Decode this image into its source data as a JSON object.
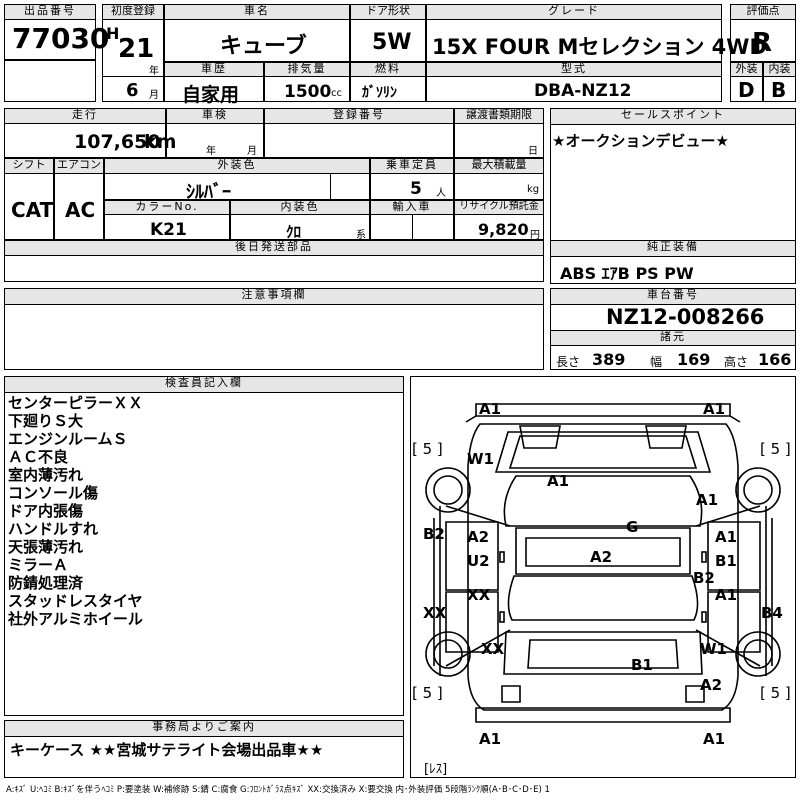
{
  "labels": {
    "lot_no": "出品番号",
    "first_reg": "初度登録",
    "car_name": "車名",
    "door": "ドア形状",
    "grade": "グレード",
    "score": "評価点",
    "history": "車歴",
    "displacement": "排気量",
    "fuel": "燃料",
    "model": "型式",
    "exterior": "外装",
    "interior": "内装",
    "mileage": "走行",
    "inspection": "車検",
    "reg_no": "登録番号",
    "transfer": "譲渡書類期限",
    "sales_point": "セールスポイント",
    "shift": "シフト",
    "aircon": "エアコン",
    "ext_color": "外装色",
    "capacity": "乗車定員",
    "max_load": "最大積載量",
    "color_no": "カラーNo.",
    "int_color": "内装色",
    "import": "輸入車",
    "recycle": "リサイクル預託金",
    "later_parts": "後日発送部品",
    "equipment": "純正装備",
    "notes": "注意事項欄",
    "chassis": "車台番号",
    "dims": "諸元",
    "inspector": "検査員記入欄",
    "office": "事務局よりご案内"
  },
  "lot_no": "77030",
  "first_reg": {
    "era": "H",
    "year": "21",
    "year_unit": "年",
    "month": "6",
    "month_unit": "月"
  },
  "car_name": "キューブ",
  "door": "5W",
  "grade": "15X FOUR Mセレクション 4WD",
  "score": "R",
  "history": "自家用",
  "displacement": "1500",
  "displacement_unit": "cc",
  "fuel": "ｶﾞｿﾘﾝ",
  "model": "DBA-NZ12",
  "exterior_score": "D",
  "interior_score": "B",
  "mileage": "107,650",
  "mileage_unit": "km",
  "inspection": {
    "year_unit": "年",
    "month_unit": "月"
  },
  "transfer": {
    "day_unit": "日"
  },
  "sales_point": "★オークションデビュー★",
  "shift": "CAT",
  "aircon": "AC",
  "ext_color": "ｼﾙﾊﾞｰ",
  "capacity": "5",
  "capacity_unit": "人",
  "load_unit": "kg",
  "color_no": "K21",
  "int_color": "ｸﾛ",
  "int_color_unit": "系",
  "recycle": "9,820",
  "recycle_unit": "円",
  "equipment": "ABS ｴｱB PS PW",
  "chassis": "NZ12-008266",
  "dims": {
    "length_label": "長さ",
    "length": "389",
    "width_label": "幅",
    "width": "169",
    "height_label": "高さ",
    "height": "166"
  },
  "inspector_notes": [
    "センターピラーＸＸ",
    "下廻りＳ大",
    "エンジンルームＳ",
    "ＡＣ不良",
    "室内薄汚れ",
    "コンソール傷",
    "ドア内張傷",
    "ハンドルすれ",
    "天張薄汚れ",
    "ミラーＡ",
    "防錆処理済",
    "スタッドレスタイヤ",
    "社外アルミホイール"
  ],
  "office_note": "キーケース ★★宮城サテライト会場出品車★★",
  "legend": "A:ｷｽﾞ U:ﾍｺﾐ B:ｷｽﾞを伴うﾍｺﾐ P:要塗装 W:補修跡 S:錆 C:腐食 G:ﾌﾛﾝﾄｶﾞﾗｽ点ｷｽﾞ XX:交換済み X:要交換 内･外装評価 5段階ﾗﾝｸ順(A･B･C･D･E) 1",
  "diagram": {
    "tire_labels": [
      "[ 5 ]",
      "[ 5 ]",
      "[ 5 ]",
      "[ 5 ]"
    ],
    "spare_label": "[ﾚｽ]",
    "codes": [
      "A1",
      "A1",
      "W1",
      "A1",
      "A1",
      "G",
      "B2",
      "A2",
      "A1",
      "U2",
      "B1",
      "A2",
      "B2",
      "XX",
      "XX",
      "A1",
      "B4",
      "XX",
      "W1",
      "B1",
      "A2",
      "A1",
      "A1"
    ]
  }
}
